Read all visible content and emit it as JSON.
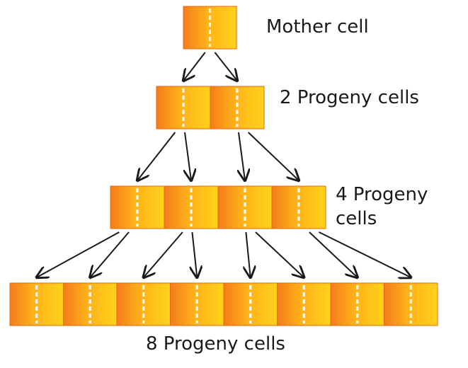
{
  "labels": {
    "mother": "Mother cell",
    "gen1": "2 Progeny cells",
    "gen2_line1": "4 Progeny",
    "gen2_line2": "cells",
    "gen3": "8 Progeny cells"
  },
  "generations": [
    {
      "name": "mother",
      "cell_count": 1
    },
    {
      "name": "gen1",
      "cell_count": 2
    },
    {
      "name": "gen2",
      "cell_count": 4
    },
    {
      "name": "gen3",
      "cell_count": 8
    }
  ],
  "colors": {
    "cell_left": "#f47c1b",
    "cell_right": "#ffd21a",
    "cell_border": "#e06a12",
    "divider": "#ffffff",
    "arrow": "#1a1a1a"
  }
}
